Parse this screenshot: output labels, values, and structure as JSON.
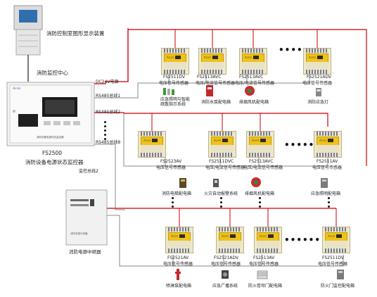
{
  "top_device": {
    "label": "消防控制室图形显示装置"
  },
  "center": {
    "label": "消防监控中心"
  },
  "main_panel": {
    "brand": "Acrel",
    "panel_text": "消防设备电源状态监控器",
    "model": "FS2500",
    "name": "消防设备电源状态监控器"
  },
  "links": {
    "dc24v": "DC24V电源",
    "rs485_1": "RS485总线1",
    "rs485_2": "RS485总线2",
    "rs485_8": "RS485总线8",
    "can": "监控总线2"
  },
  "relay_box": {
    "label": "消防电源中继器"
  },
  "ellipsis": "••••••",
  "rows": {
    "row1": [
      {
        "model": "FS2511DV",
        "type": "电压信号传感器",
        "device": "应急照明与智能\n疏散指示系统",
        "icon": "exit-sign-icon"
      },
      {
        "model": "FS2513AVC",
        "type": "电压/电流信号传感器",
        "device": "消防水泵配电箱",
        "icon": "pump-panel-icon"
      },
      {
        "model": "FS2513AVC",
        "type": "电压/电流信号传感器",
        "device": "排烟风机配电箱",
        "icon": "fan-icon"
      },
      {
        "model": "FS2521ADV",
        "type": "电压信号传感器",
        "device": "消防应急灯",
        "icon": "emergency-lamp-icon"
      }
    ],
    "row2": [
      {
        "model": "FS2523AV",
        "type": "电压信号传感器",
        "device": "消防电梯配电箱",
        "icon": "elevator-panel-icon"
      },
      {
        "model": "FS2511DVC",
        "type": "电压/电流信号传感器",
        "device": "火灾自动报警系统",
        "icon": "fire-alarm-icon"
      },
      {
        "model": "FS2513AVC",
        "type": "电压/电流信号传感器",
        "device": "排烟风机配电箱",
        "icon": "fan-icon"
      },
      {
        "model": "FS2511AV",
        "type": "电压信号传感器",
        "device": "应急照明配电箱",
        "icon": "lighting-panel-icon"
      }
    ],
    "row3": [
      {
        "model": "FS2521AV",
        "type": "电压信号传感器",
        "device": "喷淋泵配电箱",
        "icon": "sprinkler-icon"
      },
      {
        "model": "FS2521ADV",
        "type": "电压信号传感器",
        "device": "应急广播系统",
        "icon": "broadcast-icon"
      },
      {
        "model": "FS2513AV",
        "type": "电压信号传感器",
        "device": "防火卷帘门配电箱",
        "icon": "shutter-door-icon"
      },
      {
        "model": "FS2511DV",
        "type": "电压信号传感器",
        "device": "防火门监控配电箱",
        "icon": "fire-door-icon"
      }
    ]
  },
  "colors": {
    "power_line": "#d6282c",
    "bus_line": "#8a8a8a",
    "sensor_label": "#f0c21a",
    "device_red": "#d6282c"
  }
}
